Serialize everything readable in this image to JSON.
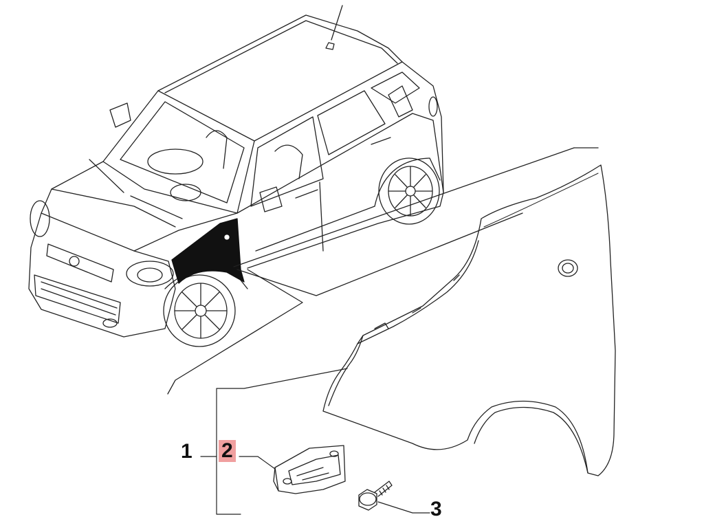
{
  "callouts": [
    {
      "label": "1",
      "highlighted": false
    },
    {
      "label": "2",
      "highlighted": true
    },
    {
      "label": "3",
      "highlighted": false
    }
  ],
  "colors": {
    "highlight": "#f0a0a0",
    "line": "#222222",
    "background": "#ffffff"
  }
}
